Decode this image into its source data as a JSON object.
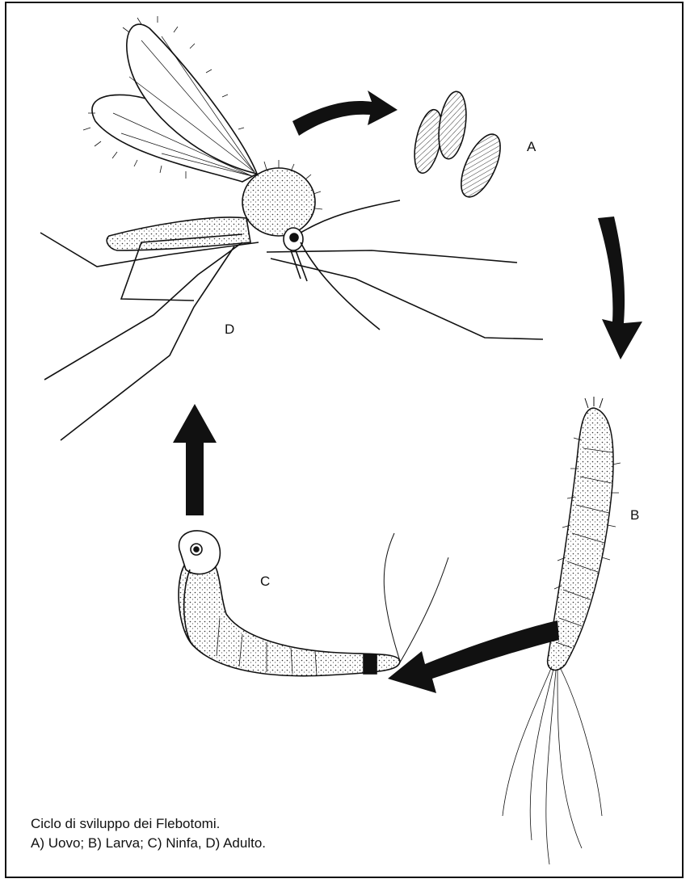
{
  "labels": {
    "egg": "A",
    "larva": "B",
    "pupa": "C",
    "adult": "D"
  },
  "caption": {
    "line1": "Ciclo di sviluppo dei Flebotomi.",
    "line2": "A) Uovo; B) Larva; C) Ninfa, D) Adulto."
  },
  "colors": {
    "ink": "#111111",
    "paper": "#ffffff",
    "fill": "#bdbdbd"
  }
}
